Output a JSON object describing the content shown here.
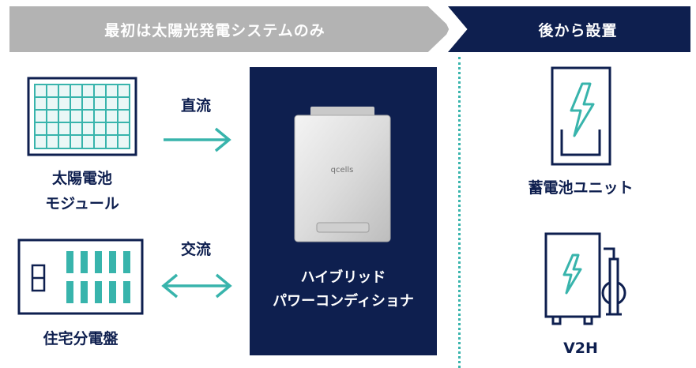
{
  "banner": {
    "left_text": "最初は太陽光発電システムのみ",
    "right_text": "後から設置"
  },
  "left": {
    "solar_label_line1": "太陽電池",
    "solar_label_line2": "モジュール",
    "panel_label": "住宅分電盤",
    "dc_label": "直流",
    "ac_label": "交流"
  },
  "center": {
    "label_line1": "ハイブリッド",
    "label_line2": "パワーコンディショナ",
    "brand": "qcells"
  },
  "right": {
    "battery_label": "蓄電池ユニット",
    "v2h_label": "V2H"
  },
  "colors": {
    "navy": "#0e1f4f",
    "teal": "#38b4ac",
    "gray_banner": "#b3b3b3"
  }
}
